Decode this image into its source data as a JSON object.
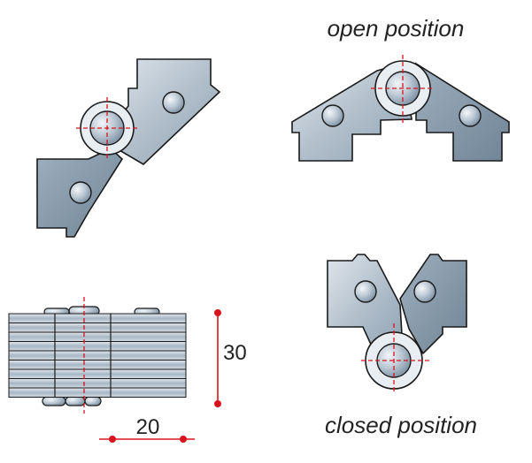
{
  "labels": {
    "open_position": "open position",
    "closed_position": "closed position"
  },
  "dimensions": {
    "height": "30",
    "width": "20"
  },
  "colors": {
    "metal_light": "#c9d3dc",
    "metal_mid": "#a9b7c4",
    "metal_dark": "#7e92a4",
    "outline": "#1a1a1a",
    "centerline": "#d8151e",
    "dimension": "#d8151e"
  }
}
